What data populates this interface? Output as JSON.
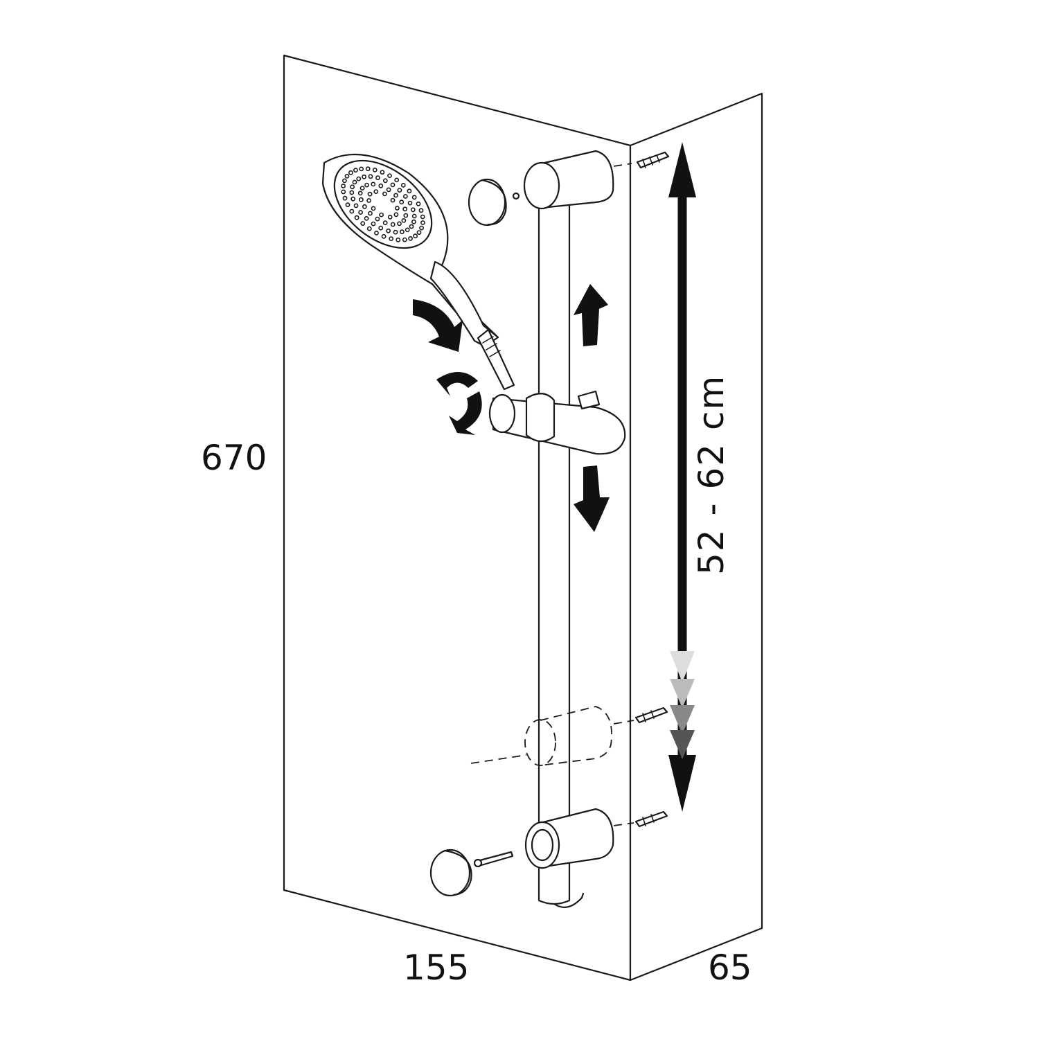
{
  "dimensions": {
    "height": "670",
    "width": "155",
    "depth": "65",
    "bracket_spacing": "52 - 62 cm"
  },
  "colors": {
    "line": "#1a1a1a",
    "background": "#ffffff",
    "arrow": "#111111"
  },
  "icons": {
    "hand_shower": "hand-shower-icon",
    "slider": "slider-holder-icon",
    "rail": "shower-rail-icon",
    "bracket": "wall-bracket-icon",
    "cap": "cover-cap-icon",
    "dowel": "wall-dowel-icon"
  }
}
